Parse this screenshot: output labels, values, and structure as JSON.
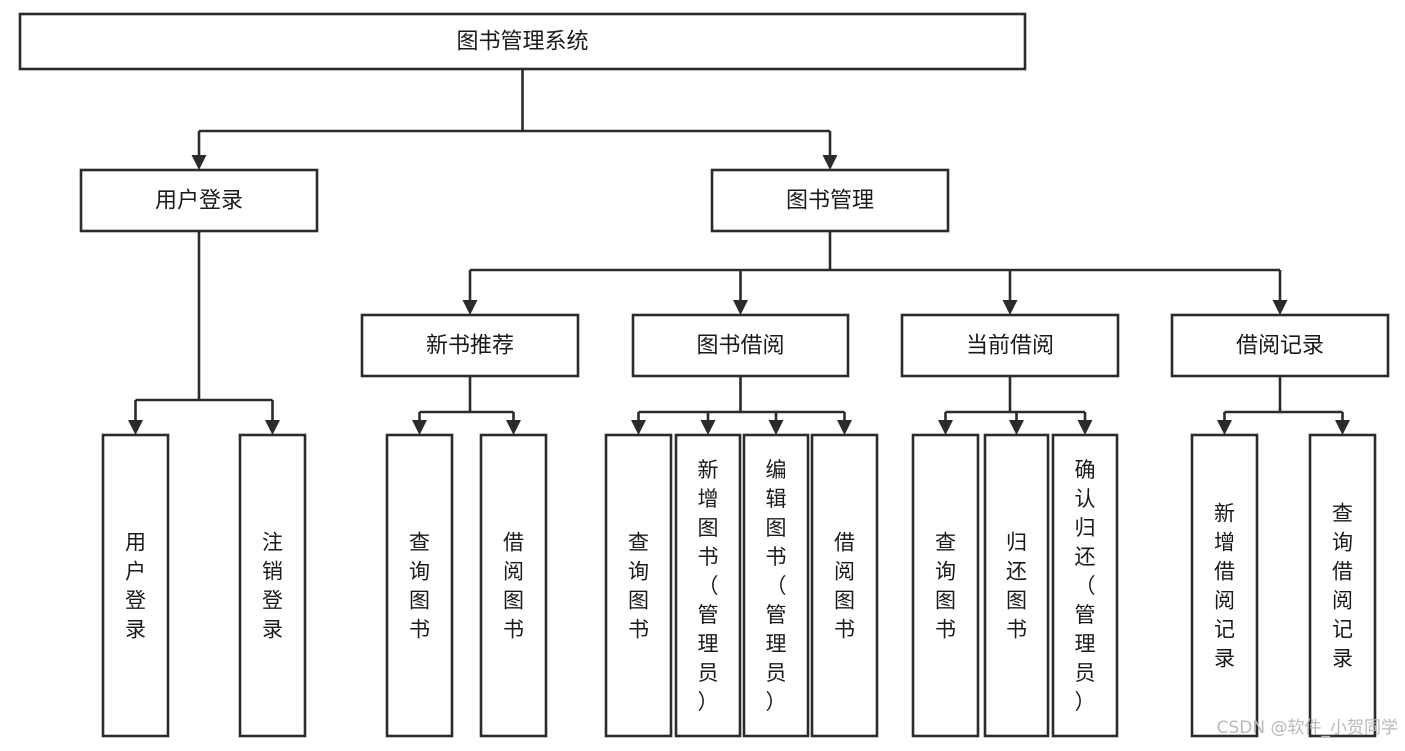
{
  "diagram": {
    "title": "图书管理系统",
    "type": "hierarchy-tree",
    "root": {
      "id": "root",
      "label": "图书管理系统",
      "level": 1
    },
    "level2": [
      {
        "id": "user-login",
        "label": "用户登录",
        "level": 2
      },
      {
        "id": "book-management",
        "label": "图书管理",
        "level": 2
      }
    ],
    "level3": [
      {
        "id": "new-book-recommend",
        "label": "新书推荐",
        "level": 3,
        "parent": "book-management"
      },
      {
        "id": "book-borrow",
        "label": "图书借阅",
        "level": 3,
        "parent": "book-management"
      },
      {
        "id": "current-borrow",
        "label": "当前借阅",
        "level": 3,
        "parent": "book-management"
      },
      {
        "id": "borrow-record",
        "label": "借阅记录",
        "level": 3,
        "parent": "book-management"
      }
    ],
    "leaves": [
      {
        "id": "leaf-user-login",
        "label": "用户登录",
        "parent": "user-login"
      },
      {
        "id": "leaf-logout-login",
        "label": "注销登录",
        "parent": "user-login"
      },
      {
        "id": "leaf-query-book-1",
        "label": "查询图书",
        "parent": "new-book-recommend"
      },
      {
        "id": "leaf-borrow-book-1",
        "label": "借阅图书",
        "parent": "new-book-recommend"
      },
      {
        "id": "leaf-query-book-2",
        "label": "查询图书",
        "parent": "book-borrow"
      },
      {
        "id": "leaf-add-book",
        "label": "新增图书（管理员）",
        "parent": "book-borrow"
      },
      {
        "id": "leaf-edit-book",
        "label": "编辑图书（管理员）",
        "parent": "book-borrow"
      },
      {
        "id": "leaf-borrow-book-2",
        "label": "借阅图书",
        "parent": "book-borrow"
      },
      {
        "id": "leaf-query-book-3",
        "label": "查询图书",
        "parent": "current-borrow"
      },
      {
        "id": "leaf-return-book",
        "label": "归还图书",
        "parent": "current-borrow"
      },
      {
        "id": "leaf-confirm-return",
        "label": "确认归还（管理员）",
        "parent": "current-borrow"
      },
      {
        "id": "leaf-add-record",
        "label": "新增借阅记录",
        "parent": "borrow-record"
      },
      {
        "id": "leaf-query-record",
        "label": "查询借阅记录",
        "parent": "borrow-record"
      }
    ],
    "colors": {
      "box_fill": "#ffffff",
      "box_stroke": "#2b2b2b",
      "text": "#1a1a1a",
      "background": "#ffffff",
      "watermark": "#b9b9b9"
    }
  },
  "watermark": {
    "text": "CSDN @软件_小贺同学"
  }
}
